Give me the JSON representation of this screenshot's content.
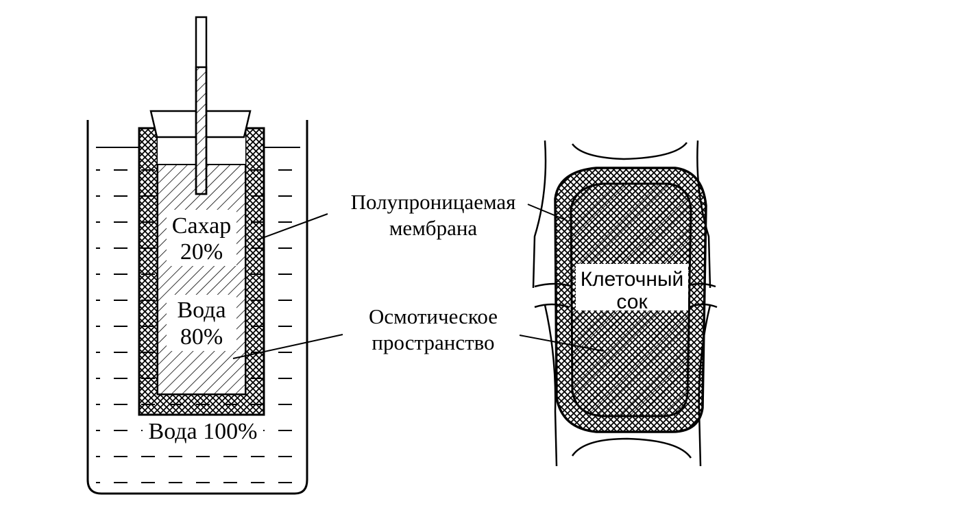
{
  "labels": {
    "sugar": "Сахар",
    "sugar_pct": "20%",
    "water": "Вода",
    "water_pct": "80%",
    "water_outer": "Вода 100%",
    "membrane_line1": "Полупроницаемая",
    "membrane_line2": "мембрана",
    "osmotic_line1": "Осмотическое",
    "osmotic_line2": "пространство",
    "cell_sap_line1": "Клеточный",
    "cell_sap_line2": "сок"
  },
  "colors": {
    "ink": "#000000",
    "paper": "#ffffff"
  }
}
